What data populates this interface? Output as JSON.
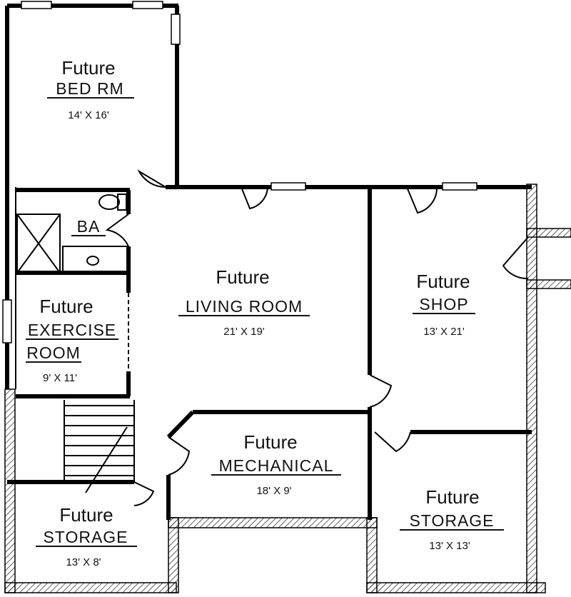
{
  "rooms": {
    "bedroom": {
      "future": "Future",
      "name": "BED RM",
      "dims": "14' X 16'"
    },
    "bath": {
      "name": "BA"
    },
    "living": {
      "future": "Future",
      "name": "LIVING ROOM",
      "dims": "21' X 19'"
    },
    "shop": {
      "future": "Future",
      "name": "SHOP",
      "dims": "13' X 21'"
    },
    "exercise": {
      "future": "Future",
      "name_line1": "EXERCISE",
      "name_line2": "ROOM",
      "dims": "9' X 11'"
    },
    "mechanical": {
      "future": "Future",
      "name": "MECHANICAL",
      "dims": "18' X 9'"
    },
    "storage_left": {
      "future": "Future",
      "name": "STORAGE",
      "dims": "13' X 8'"
    },
    "storage_right": {
      "future": "Future",
      "name": "STORAGE",
      "dims": "13' X 13'"
    }
  },
  "colors": {
    "wall": "#000000",
    "background": "#ffffff",
    "text": "#111111"
  }
}
